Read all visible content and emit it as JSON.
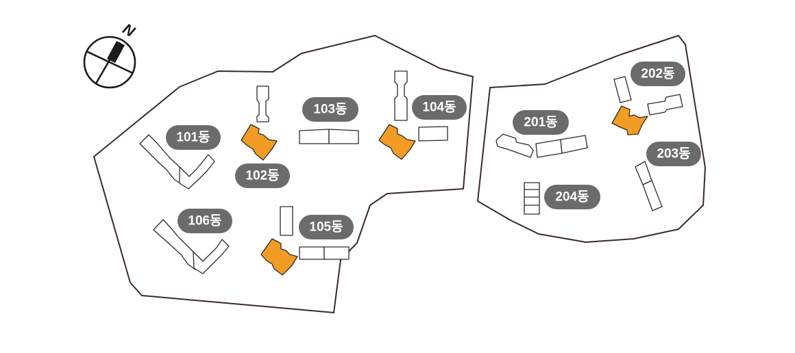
{
  "compass": {
    "north_label": "N"
  },
  "colors": {
    "highlight": "#f29b25",
    "label_bg": "#6b6b6b",
    "outline": "#3a2a26"
  },
  "labels": {
    "b101": "101동",
    "b102": "102동",
    "b103": "103동",
    "b104": "104동",
    "b105": "105동",
    "b106": "106동",
    "b201": "201동",
    "b202": "202동",
    "b203": "203동",
    "b204": "204동"
  }
}
